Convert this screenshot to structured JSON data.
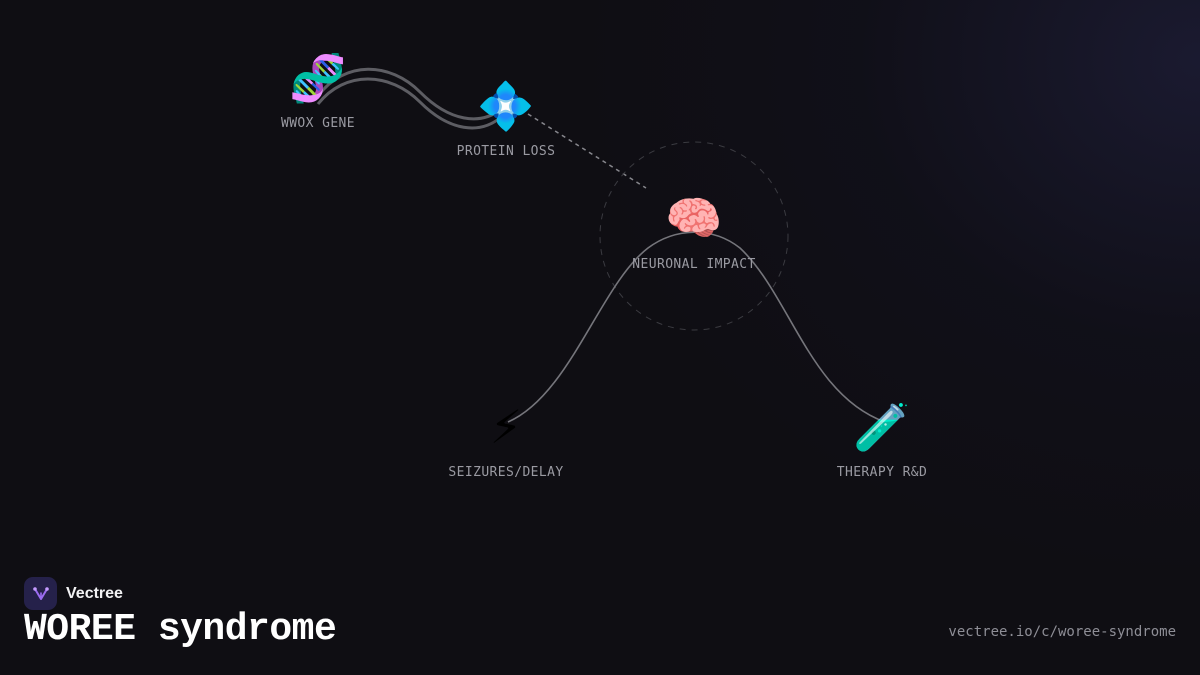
{
  "brand": {
    "name": "Vectree",
    "logo_icon": "vectree-logo-icon",
    "accent": "#9b6cf2"
  },
  "title": "WOREE syndrome",
  "url": "vectree.io/c/woree-syndrome",
  "nodes": [
    {
      "id": "wwox-gene",
      "label": "WWOX GENE",
      "icon": "dna-icon",
      "glyph": "🧬"
    },
    {
      "id": "protein-loss",
      "label": "PROTEIN LOSS",
      "icon": "protein-icon",
      "glyph": "💠"
    },
    {
      "id": "neuronal-impact",
      "label": "NEURONAL IMPACT",
      "icon": "brain-icon",
      "glyph": "🧠"
    },
    {
      "id": "seizures-delay",
      "label": "SEIZURES/DELAY",
      "icon": "lightning-icon",
      "glyph": "⚡"
    },
    {
      "id": "therapy-rd",
      "label": "THERAPY R&D",
      "icon": "test-tube-icon",
      "glyph": "🧪"
    }
  ],
  "colors": {
    "background": "#0f0e13",
    "link": "#6e6e74",
    "label": "#9a9aa2"
  }
}
